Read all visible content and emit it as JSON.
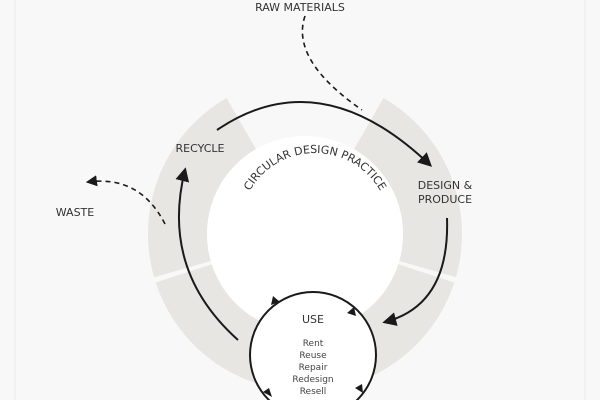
{
  "labels": {
    "raw_materials": "RAW MATERIALS",
    "recycle": "RECYCLE",
    "design_line1": "DESIGN &",
    "design_line2": "PRODUCE",
    "waste": "WASTE",
    "center_title": "CIRCULAR DESIGN PRACTICE",
    "use": "USE"
  },
  "use_items": [
    "Rent",
    "Reuse",
    "Repair",
    "Redesign",
    "Resell"
  ],
  "colors": {
    "ring": "#e8e6e3",
    "line": "#1a1a1a",
    "background": "#f8f8f8"
  }
}
